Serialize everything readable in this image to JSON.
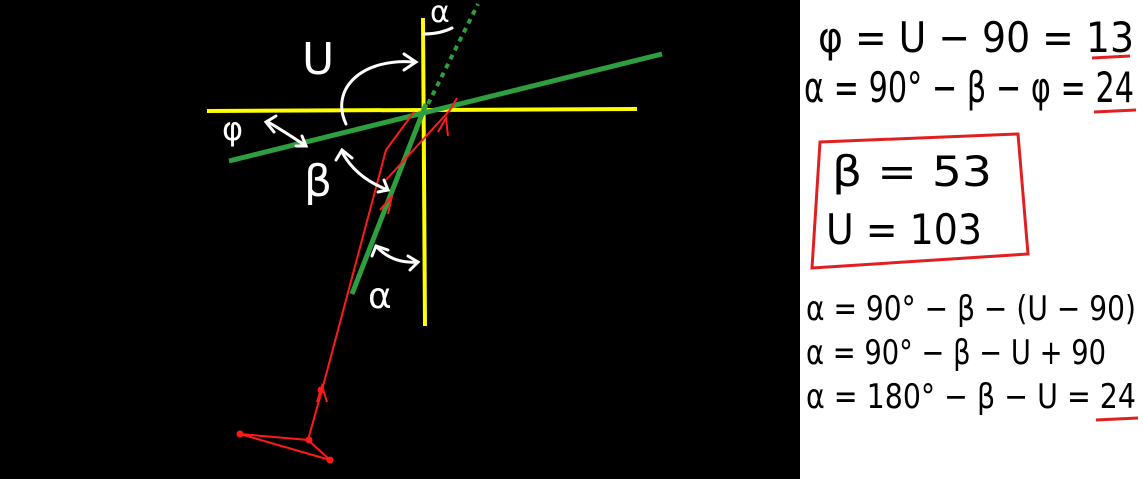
{
  "colors": {
    "canvas_left": "#000000",
    "canvas_right": "#ffffff",
    "axis_lines": "#ffff00",
    "mirror_lines": "#2e9e3e",
    "ray": "#ff1a1a",
    "annotations": "#ffffff",
    "formulas": "#000000",
    "highlight_box": "#e02020"
  },
  "diagram_labels": {
    "alpha_top": "α",
    "angle_u": "U",
    "phi_left": "φ",
    "beta": "β",
    "alpha_bottom": "α"
  },
  "formulas": {
    "phi_eq": "φ = U − 90 = 13",
    "alpha_eq": "α = 90° − β − φ = 24",
    "beta_value": "β = 53",
    "u_value": "U = 103",
    "alpha_step1": "α = 90° − β − (U − 90)",
    "alpha_step2": "α = 90° − β − U + 90",
    "alpha_step3": "α = 180° − β − U = 24"
  }
}
